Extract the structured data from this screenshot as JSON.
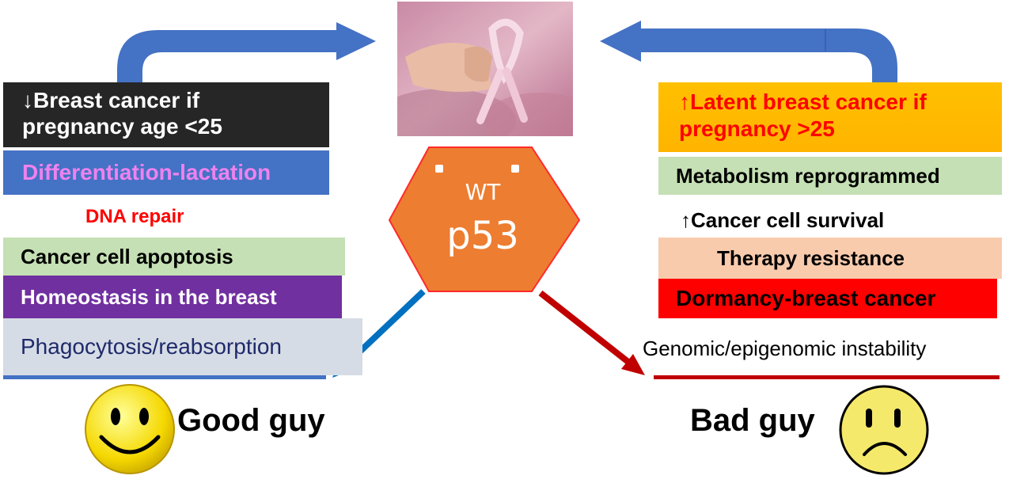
{
  "center": {
    "wt_label": "WT",
    "protein_label": "p53",
    "hexagon_color": "#ED7D31",
    "hexagon_border": "#FF2A2A"
  },
  "left_panel": {
    "pregnancy_box": {
      "line1": "↓Breast cancer if",
      "line2": "pregnancy age <25",
      "bg": "#262626",
      "color": "#FFFFFF"
    },
    "differentiation": {
      "text": "Differentiation-lactation",
      "bg": "#4472C4",
      "color": "#EE82EE"
    },
    "dna_repair": {
      "text": "DNA repair",
      "color": "#FF0000"
    },
    "apoptosis": {
      "text": "Cancer cell apoptosis",
      "bg": "#C5E0B4",
      "color": "#000000"
    },
    "homeostasis": {
      "text": "Homeostasis in the breast",
      "bg": "#7030A0",
      "color": "#FFFFFF"
    },
    "phagocytosis": {
      "text": "Phagocytosis/reabsorption",
      "bg": "#D6DCE5",
      "color": "#1F2A6B"
    },
    "verdict": "Good guy",
    "face": "smiley-face-icon"
  },
  "right_panel": {
    "latent_box": {
      "line1": "↑Latent breast cancer if",
      "line2": "pregnancy >25",
      "bg": "#FFC000",
      "color": "#FF0000"
    },
    "metabolism": {
      "text": "Metabolism reprogrammed",
      "bg": "#C5E0B4",
      "color": "#000000"
    },
    "survival": {
      "text": "↑Cancer cell survival",
      "color": "#000000"
    },
    "therapy": {
      "text": "Therapy resistance",
      "bg": "#F8CBAD",
      "color": "#000000"
    },
    "dormancy": {
      "text": "Dormancy-breast cancer",
      "bg": "#FF0000",
      "color": "#000000"
    },
    "instability": {
      "text": "Genomic/epigenomic instability",
      "color": "#000000"
    },
    "verdict": "Bad guy",
    "face": "sad-face-icon"
  },
  "colors": {
    "blue_arrow": "#4472C4",
    "left_diag_arrow": "#0070C0",
    "right_diag_arrow": "#C00000"
  }
}
